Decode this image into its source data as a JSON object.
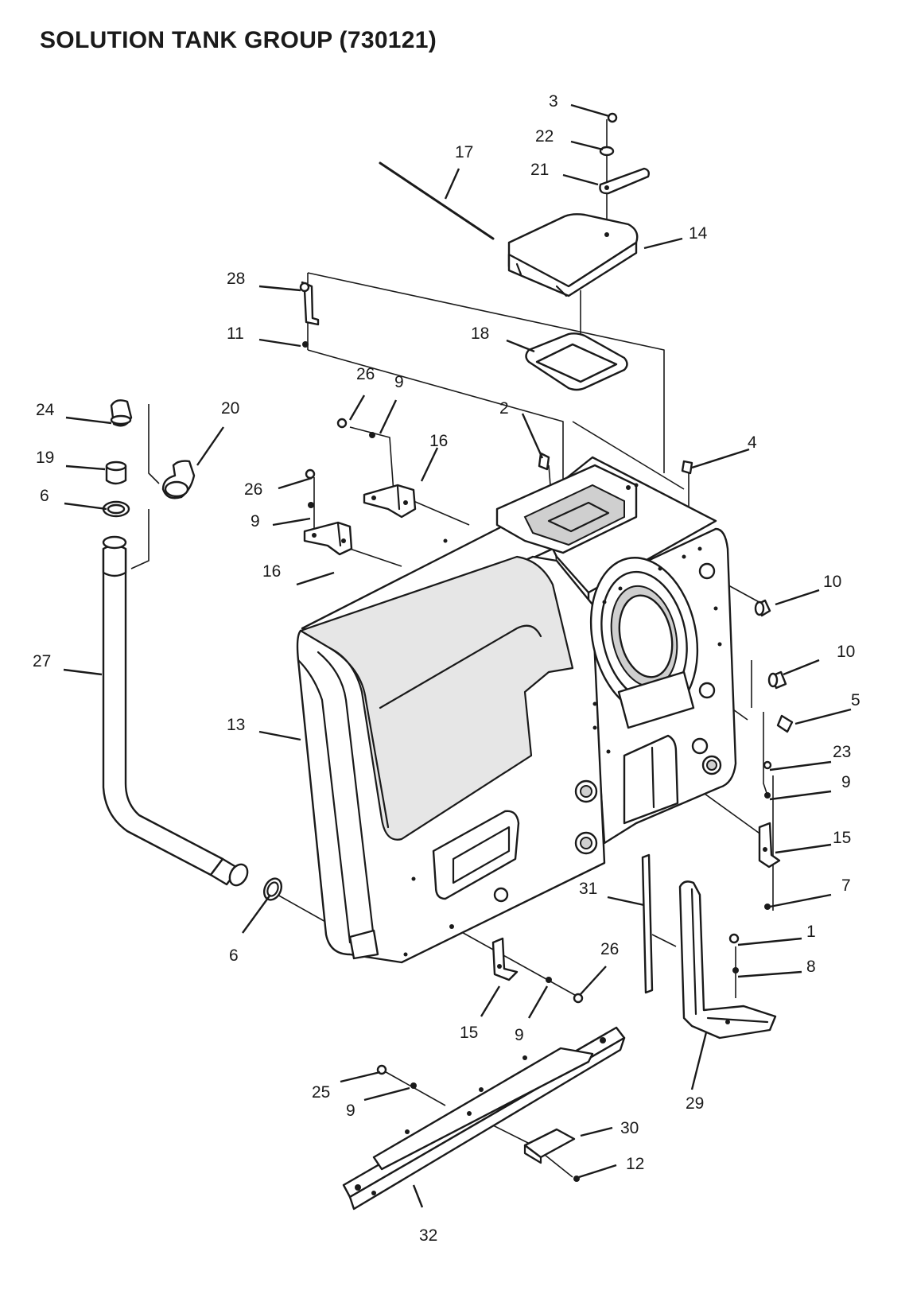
{
  "title": "SOLUTION TANK GROUP (730121)",
  "callouts": [
    {
      "id": "c3",
      "label": "3"
    },
    {
      "id": "c22",
      "label": "22"
    },
    {
      "id": "c21",
      "label": "21"
    },
    {
      "id": "c17",
      "label": "17"
    },
    {
      "id": "c14",
      "label": "14"
    },
    {
      "id": "c28",
      "label": "28"
    },
    {
      "id": "c11",
      "label": "11"
    },
    {
      "id": "c18",
      "label": "18"
    },
    {
      "id": "c26a",
      "label": "26"
    },
    {
      "id": "c9a",
      "label": "9"
    },
    {
      "id": "c2",
      "label": "2"
    },
    {
      "id": "c4",
      "label": "4"
    },
    {
      "id": "c16a",
      "label": "16"
    },
    {
      "id": "c24",
      "label": "24"
    },
    {
      "id": "c20",
      "label": "20"
    },
    {
      "id": "c19",
      "label": "19"
    },
    {
      "id": "c6a",
      "label": "6"
    },
    {
      "id": "c26b",
      "label": "26"
    },
    {
      "id": "c9b",
      "label": "9"
    },
    {
      "id": "c16b",
      "label": "16"
    },
    {
      "id": "c10a",
      "label": "10"
    },
    {
      "id": "c27",
      "label": "27"
    },
    {
      "id": "c10b",
      "label": "10"
    },
    {
      "id": "c5",
      "label": "5"
    },
    {
      "id": "c13",
      "label": "13"
    },
    {
      "id": "c23",
      "label": "23"
    },
    {
      "id": "c9c",
      "label": "9"
    },
    {
      "id": "c15a",
      "label": "15"
    },
    {
      "id": "c7",
      "label": "7"
    },
    {
      "id": "c31",
      "label": "31"
    },
    {
      "id": "c6b",
      "label": "6"
    },
    {
      "id": "c1",
      "label": "1"
    },
    {
      "id": "c26c",
      "label": "26"
    },
    {
      "id": "c8",
      "label": "8"
    },
    {
      "id": "c15b",
      "label": "15"
    },
    {
      "id": "c9d",
      "label": "9"
    },
    {
      "id": "c29",
      "label": "29"
    },
    {
      "id": "c25",
      "label": "25"
    },
    {
      "id": "c9e",
      "label": "9"
    },
    {
      "id": "c30",
      "label": "30"
    },
    {
      "id": "c12",
      "label": "12"
    },
    {
      "id": "c32",
      "label": "32"
    }
  ]
}
